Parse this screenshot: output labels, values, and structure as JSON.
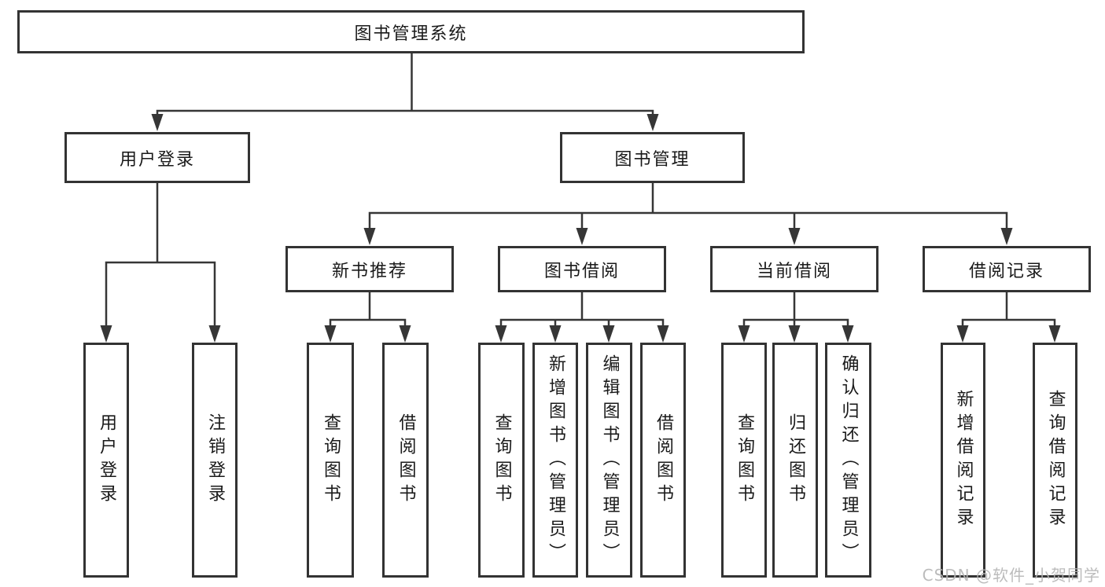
{
  "diagram": {
    "watermark": "CSDN @软件_小贺同学",
    "colors": {
      "line": "#363636",
      "box_border": "#333333",
      "text": "#1a1a1a",
      "watermark": "#b5b5b5",
      "background": "#ffffff"
    },
    "nodes": {
      "root": {
        "label": "图书管理系统"
      },
      "user_login": {
        "label": "用户登录"
      },
      "book_mgmt": {
        "label": "图书管理"
      },
      "new_book": {
        "label": "新书推荐"
      },
      "book_borrow": {
        "label": "图书借阅"
      },
      "current_borrow": {
        "label": "当前借阅"
      },
      "borrow_record": {
        "label": "借阅记录"
      },
      "leaf_user_login": {
        "label": "用户登录"
      },
      "leaf_logout": {
        "label": "注销登录"
      },
      "leaf_nb_query_book": {
        "label": "查询图书"
      },
      "leaf_nb_borrow_book": {
        "label": "借阅图书"
      },
      "leaf_bb_query_book": {
        "label": "查询图书"
      },
      "leaf_bb_add_book": {
        "label": "新增图书（管理员）"
      },
      "leaf_bb_edit_book": {
        "label": "编辑图书（管理员）"
      },
      "leaf_bb_borrow_book": {
        "label": "借阅图书"
      },
      "leaf_cb_query_book": {
        "label": "查询图书"
      },
      "leaf_cb_return_book": {
        "label": "归还图书"
      },
      "leaf_cb_confirm": {
        "label": "确认归还（管理员）"
      },
      "leaf_br_add_record": {
        "label": "新增借阅记录"
      },
      "leaf_br_query_record": {
        "label": "查询借阅记录"
      }
    },
    "tree": {
      "图书管理系统": {
        "用户登录": [
          "用户登录",
          "注销登录"
        ],
        "图书管理": {
          "新书推荐": [
            "查询图书",
            "借阅图书"
          ],
          "图书借阅": [
            "查询图书",
            "新增图书（管理员）",
            "编辑图书（管理员）",
            "借阅图书"
          ],
          "当前借阅": [
            "查询图书",
            "归还图书",
            "确认归还（管理员）"
          ],
          "借阅记录": [
            "新增借阅记录",
            "查询借阅记录"
          ]
        }
      }
    }
  }
}
